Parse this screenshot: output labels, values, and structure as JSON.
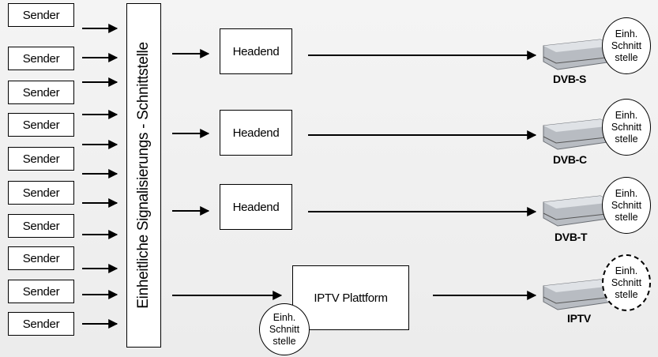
{
  "senders": [
    "Sender",
    "Sender",
    "Sender",
    "Sender",
    "Sender",
    "Sender",
    "Sender",
    "Sender",
    "Sender",
    "Sender"
  ],
  "interface_label": "Einheitliche Signalisierungs - Schnittstelle",
  "headends": [
    "Headend",
    "Headend",
    "Headend"
  ],
  "iptv_platform": "IPTV Plattform",
  "circle_text": {
    "line1": "Einh.",
    "line2": "Schnitt",
    "line3": "stelle"
  },
  "receivers": [
    "DVB-S",
    "DVB-C",
    "DVB-T",
    "IPTV"
  ]
}
